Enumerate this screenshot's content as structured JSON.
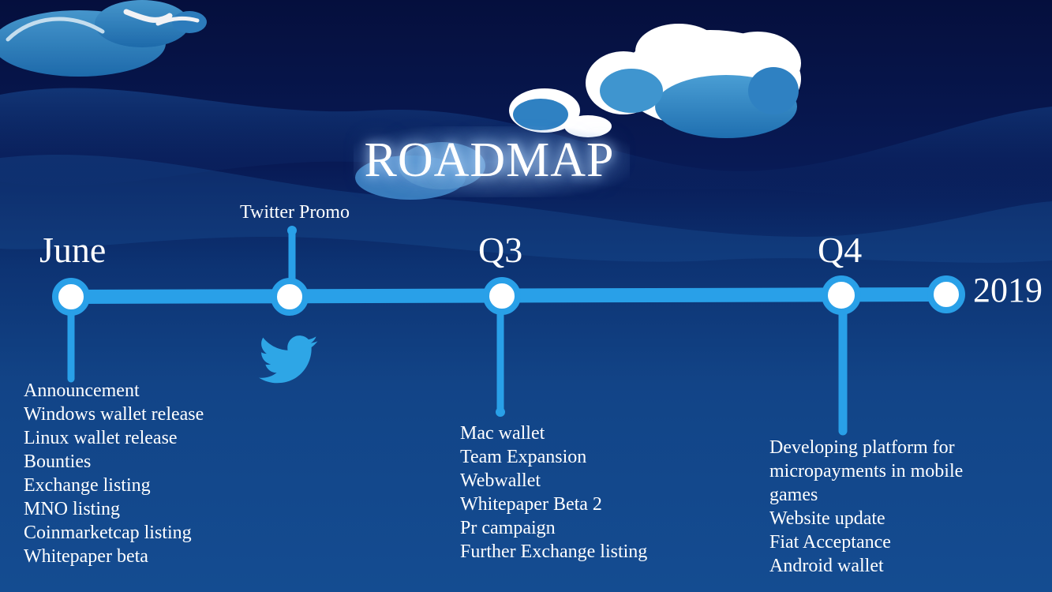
{
  "title": "ROADMAP",
  "milestones": [
    {
      "label": "June",
      "items": [
        "Announcement",
        "Windows wallet release",
        "Linux wallet release",
        "Bounties",
        "Exchange listing",
        "MNO listing",
        "Coinmarketcap listing",
        "Whitepaper beta"
      ]
    },
    {
      "label": "Twitter Promo",
      "icon": "twitter-bird-icon"
    },
    {
      "label": "Q3",
      "items": [
        "Mac wallet",
        "Team Expansion",
        "Webwallet",
        "Whitepaper Beta 2",
        "Pr campaign",
        "Further Exchange listing"
      ]
    },
    {
      "label": "Q4",
      "items": [
        "Developing platform for micropayments in mobile games",
        "Website update",
        "Fiat Acceptance",
        "Android wallet"
      ]
    },
    {
      "label": "2019"
    }
  ],
  "colors": {
    "timeline": "#29a0e8",
    "node_fill": "#ffffff",
    "twitter": "#2ea6e6"
  }
}
